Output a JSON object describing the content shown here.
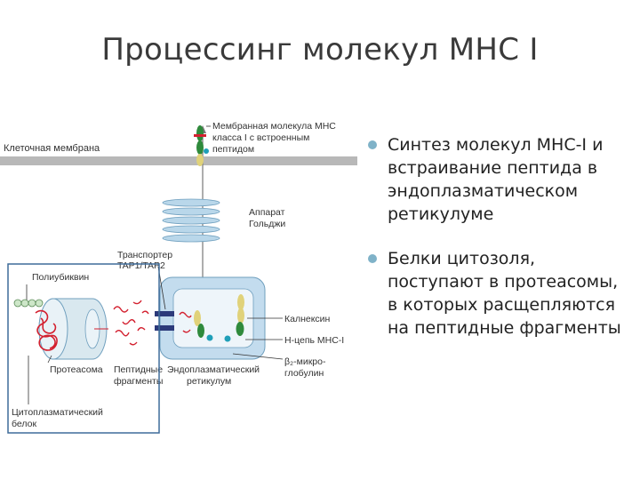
{
  "slide": {
    "title": "Процессинг молекул МНС I"
  },
  "colors": {
    "accent": "#7fb2c8",
    "membrane": "#b8b8b8",
    "er": "#9fc4e2",
    "proteasome": "#d9e8ef",
    "red": "#d3202f",
    "transporter": "#2c3a7a",
    "green": "#2f8a3c",
    "yellow": "#e0d27a",
    "frame": "#3f6c9a",
    "text": "#222222"
  },
  "diagram": {
    "labels": {
      "cell_membrane": "Клеточная мембрана",
      "membrane_mhc_1": "Мембранная молекула МНС",
      "membrane_mhc_2": "класса I с встроенным",
      "membrane_mhc_3": "пептидом",
      "golgi_1": "Аппарат",
      "golgi_2": "Гольджи",
      "transporter_1": "Транспортер",
      "transporter_2": "TAP1/TAP2",
      "polyubiquitin": "Полиубиквин",
      "proteasome": "Протеасома",
      "peptide_fragments_1": "Пептидные",
      "peptide_fragments_2": "фрагменты",
      "er_1": "Эндоплазматический",
      "er_2": "ретикулум",
      "calnexin": "Калнексин",
      "h_chain": "Н-цепь МНС-I",
      "b2m_1": "β₂-микро-",
      "b2m_2": "глобулин",
      "cytoplasmic_protein_1": "Цитоплазматический",
      "cytoplasmic_protein_2": "белок"
    }
  },
  "bullets": [
    {
      "text": "Синтез молекул МНС-I и встраивание пептида в эндоплазматическом ретикулуме"
    },
    {
      "text": "Белки цитозоля, поступают в протеасомы, в которых расщепляются на пептидные фрагменты"
    }
  ]
}
